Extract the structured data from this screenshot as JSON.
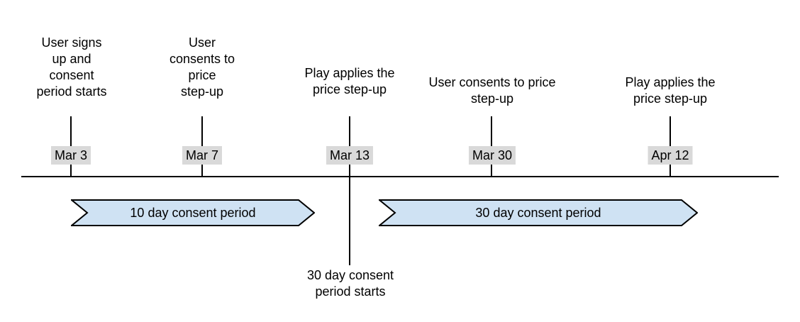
{
  "timeline": {
    "events": [
      {
        "label": "User signs\nup and\nconsent\nperiod starts",
        "date": "Mar 3"
      },
      {
        "label": "User\nconsents to\nprice\nstep-up",
        "date": "Mar 7"
      },
      {
        "label": "Play applies the\nprice step-up",
        "date": "Mar 13"
      },
      {
        "label": "User consents to price\nstep-up",
        "date": "Mar 30"
      },
      {
        "label": "Play applies the\nprice step-up",
        "date": "Apr 12"
      }
    ],
    "periods": [
      {
        "label": "10 day consent period"
      },
      {
        "label": "30 day consent period"
      }
    ],
    "footnote": "30 day consent\nperiod starts",
    "colors": {
      "period_fill": "#cfe2f3",
      "period_stroke": "#000000",
      "date_background": "#d9d9d9",
      "axis": "#000000",
      "text": "#000000"
    }
  }
}
